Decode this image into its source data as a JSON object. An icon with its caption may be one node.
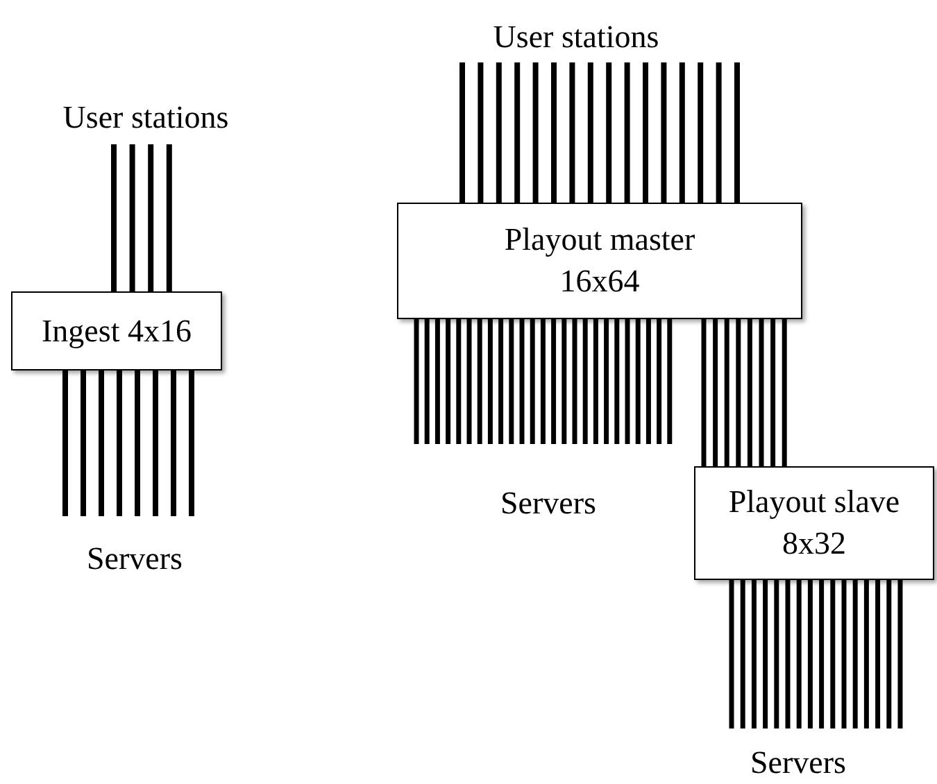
{
  "diagram": {
    "nodes": [
      {
        "text": [
          "User stations"
        ]
      },
      {
        "text": [
          "Ingest 4x16"
        ]
      },
      {
        "text": [
          "User stations"
        ]
      },
      {
        "text": [
          "Playout master 16x64"
        ]
      },
      {
        "text": [
          "Playout slave 8x32"
        ]
      }
    ],
    "edges": [
      {
        "from": 0,
        "to": 1,
        "arrow": "none"
      },
      {
        "from": 0,
        "to": 1,
        "arrow": "none"
      },
      {
        "from": 0,
        "to": 1,
        "arrow": "none"
      },
      {
        "from": 0,
        "to": 1,
        "arrow": "none"
      },
      {
        "from": 1,
        "to": null,
        "arrow": "none"
      },
      {
        "from": 1,
        "to": null,
        "arrow": "none"
      },
      {
        "from": 1,
        "to": null,
        "arrow": "none"
      },
      {
        "from": 1,
        "to": null,
        "arrow": "none"
      },
      {
        "from": 1,
        "to": null,
        "arrow": "none"
      },
      {
        "from": 1,
        "to": null,
        "arrow": "none"
      },
      {
        "from": 1,
        "to": null,
        "arrow": "none"
      },
      {
        "from": 1,
        "to": null,
        "arrow": "none"
      },
      {
        "from": 2,
        "to": 3,
        "arrow": "none"
      },
      {
        "from": 2,
        "to": 3,
        "arrow": "none"
      },
      {
        "from": 2,
        "to": 3,
        "arrow": "none"
      },
      {
        "from": 2,
        "to": 3,
        "arrow": "none"
      },
      {
        "from": 2,
        "to": 3,
        "arrow": "none"
      },
      {
        "from": 2,
        "to": 3,
        "arrow": "none"
      },
      {
        "from": 2,
        "to": 3,
        "arrow": "none"
      },
      {
        "from": 2,
        "to": 3,
        "arrow": "none"
      },
      {
        "from": 2,
        "to": 3,
        "arrow": "none"
      },
      {
        "from": 2,
        "to": 3,
        "arrow": "none"
      },
      {
        "from": 2,
        "to": 3,
        "arrow": "none"
      },
      {
        "from": 2,
        "to": 3,
        "arrow": "none"
      },
      {
        "from": 2,
        "to": 3,
        "arrow": "none"
      },
      {
        "from": 2,
        "to": 3,
        "arrow": "none"
      },
      {
        "from": 2,
        "to": 3,
        "arrow": "none"
      },
      {
        "from": 2,
        "to": 3,
        "arrow": "none"
      },
      {
        "from": 3,
        "to": null,
        "arrow": "none"
      },
      {
        "from": 3,
        "to": null,
        "arrow": "none"
      },
      {
        "from": 3,
        "to": null,
        "arrow": "none"
      },
      {
        "from": 3,
        "to": null,
        "arrow": "none"
      },
      {
        "from": 3,
        "to": null,
        "arrow": "none"
      },
      {
        "from": 3,
        "to": null,
        "arrow": "none"
      },
      {
        "from": 3,
        "to": null,
        "arrow": "none"
      },
      {
        "from": 3,
        "to": null,
        "arrow": "none"
      },
      {
        "from": 3,
        "to": null,
        "arrow": "none"
      },
      {
        "from": 3,
        "to": null,
        "arrow": "none"
      },
      {
        "from": 3,
        "to": null,
        "arrow": "none"
      },
      {
        "from": 3,
        "to": null,
        "arrow": "none"
      },
      {
        "from": 3,
        "to": null,
        "arrow": "none"
      },
      {
        "from": 3,
        "to": null,
        "arrow": "none"
      },
      {
        "from": 3,
        "to": null,
        "arrow": "none"
      },
      {
        "from": 3,
        "to": null,
        "arrow": "none"
      },
      {
        "from": 3,
        "to": null,
        "arrow": "none"
      },
      {
        "from": 3,
        "to": null,
        "arrow": "none"
      },
      {
        "from": 3,
        "to": null,
        "arrow": "none"
      },
      {
        "from": 3,
        "to": null,
        "arrow": "none"
      },
      {
        "from": 3,
        "to": null,
        "arrow": "none"
      },
      {
        "from": 3,
        "to": null,
        "arrow": "none"
      },
      {
        "from": 3,
        "to": null,
        "arrow": "none"
      },
      {
        "from": 3,
        "to": null,
        "arrow": "none"
      },
      {
        "from": 3,
        "to": null,
        "arrow": "none"
      },
      {
        "from": 3,
        "to": 4,
        "arrow": "none"
      },
      {
        "from": 3,
        "to": 4,
        "arrow": "none"
      },
      {
        "from": 3,
        "to": 4,
        "arrow": "none"
      },
      {
        "from": 3,
        "to": 4,
        "arrow": "none"
      },
      {
        "from": 3,
        "to": 4,
        "arrow": "none"
      },
      {
        "from": 3,
        "to": 4,
        "arrow": "none"
      },
      {
        "from": 3,
        "to": 4,
        "arrow": "none"
      },
      {
        "from": 3,
        "to": 4,
        "arrow": "none"
      },
      {
        "from": 4,
        "to": null,
        "arrow": "none"
      },
      {
        "from": 4,
        "to": null,
        "arrow": "none"
      },
      {
        "from": 4,
        "to": null,
        "arrow": "none"
      },
      {
        "from": 4,
        "to": null,
        "arrow": "none"
      },
      {
        "from": 4,
        "to": null,
        "arrow": "none"
      },
      {
        "from": 4,
        "to": null,
        "arrow": "none"
      },
      {
        "from": 4,
        "to": null,
        "arrow": "none"
      },
      {
        "from": 4,
        "to": null,
        "arrow": "none"
      },
      {
        "from": 4,
        "to": null,
        "arrow": "none"
      },
      {
        "from": 4,
        "to": null,
        "arrow": "none"
      },
      {
        "from": 4,
        "to": null,
        "arrow": "none"
      },
      {
        "from": 4,
        "to": null,
        "arrow": "none"
      },
      {
        "from": 4,
        "to": null,
        "arrow": "none"
      },
      {
        "from": 4,
        "to": null,
        "arrow": "none"
      },
      {
        "from": 4,
        "to": null,
        "arrow": "none"
      },
      {
        "from": 4,
        "to": null,
        "arrow": "none"
      }
    ],
    "labels": [
      "Servers",
      "Servers",
      "Servers"
    ]
  }
}
